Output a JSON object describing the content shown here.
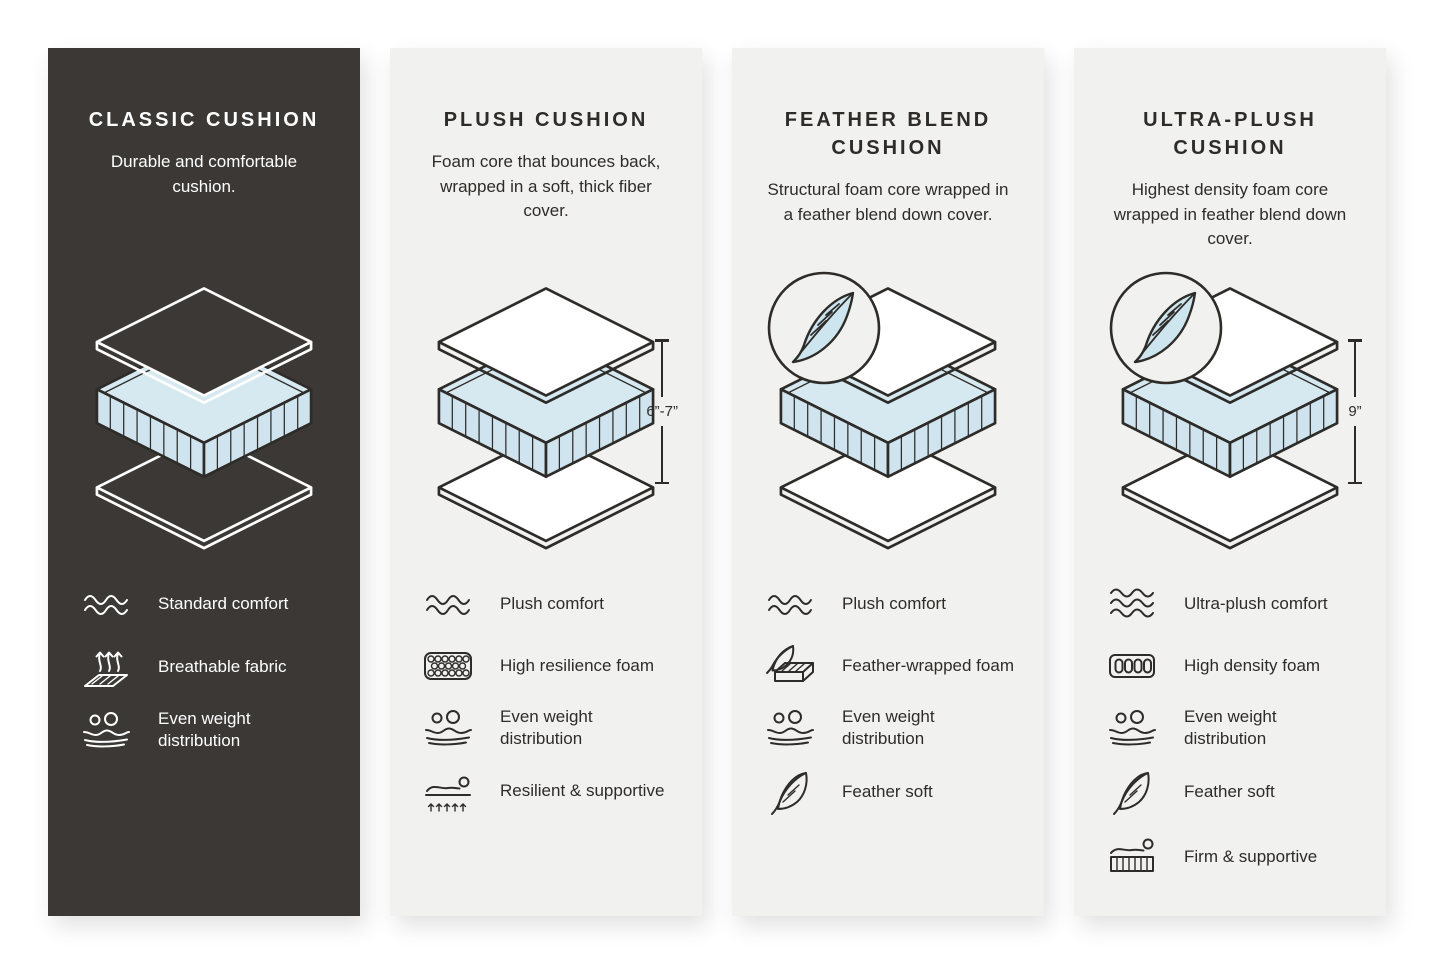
{
  "colors": {
    "page_bg": "#ffffff",
    "dark_panel_bg": "#3b3835",
    "light_panel_bg": "#f1f1ef",
    "foam_blue_top": "#d6e9f1",
    "foam_blue_side": "#cfe4ee",
    "feather_blue": "#cde5ef",
    "outline_dark": "#2e2c29",
    "outline_light": "#ffffff"
  },
  "panels": [
    {
      "title": "CLASSIC CUSHION",
      "description": "Durable and comfortable cushion.",
      "theme": "dark",
      "feather_badge": false,
      "measurement": "",
      "features": [
        {
          "icon": "waves-icon",
          "label": "Standard comfort"
        },
        {
          "icon": "breathable-fabric-icon",
          "label": "Breathable fabric"
        },
        {
          "icon": "even-weight-icon",
          "label": "Even weight distribution"
        }
      ]
    },
    {
      "title": "PLUSH CUSHION",
      "description": "Foam core that bounces back, wrapped in a soft, thick fiber cover.",
      "theme": "light",
      "feather_badge": false,
      "measurement": "6”-7”",
      "features": [
        {
          "icon": "waves-icon",
          "label": "Plush comfort"
        },
        {
          "icon": "resilience-foam-icon",
          "label": "High resilience foam"
        },
        {
          "icon": "even-weight-icon",
          "label": "Even weight distribution"
        },
        {
          "icon": "resilient-supportive-icon",
          "label": "Resilient & supportive"
        }
      ]
    },
    {
      "title": "FEATHER BLEND CUSHION",
      "description": "Structural foam core wrapped in a feather blend down cover.",
      "theme": "light",
      "feather_badge": true,
      "measurement": "",
      "features": [
        {
          "icon": "waves-icon",
          "label": "Plush comfort"
        },
        {
          "icon": "feather-wrapped-foam-icon",
          "label": "Feather-wrapped foam"
        },
        {
          "icon": "even-weight-icon",
          "label": "Even weight distribution"
        },
        {
          "icon": "feather-icon",
          "label": "Feather soft"
        }
      ]
    },
    {
      "title": "ULTRA-PLUSH CUSHION",
      "description": "Highest density foam core wrapped in feather blend down cover.",
      "theme": "light",
      "feather_badge": true,
      "measurement": "9”",
      "features": [
        {
          "icon": "waves-icon",
          "label": "Ultra-plush comfort"
        },
        {
          "icon": "density-foam-icon",
          "label": "High density foam"
        },
        {
          "icon": "even-weight-icon",
          "label": "Even weight distribution"
        },
        {
          "icon": "feather-icon",
          "label": "Feather soft"
        },
        {
          "icon": "firm-supportive-icon",
          "label": "Firm & supportive"
        }
      ]
    }
  ]
}
